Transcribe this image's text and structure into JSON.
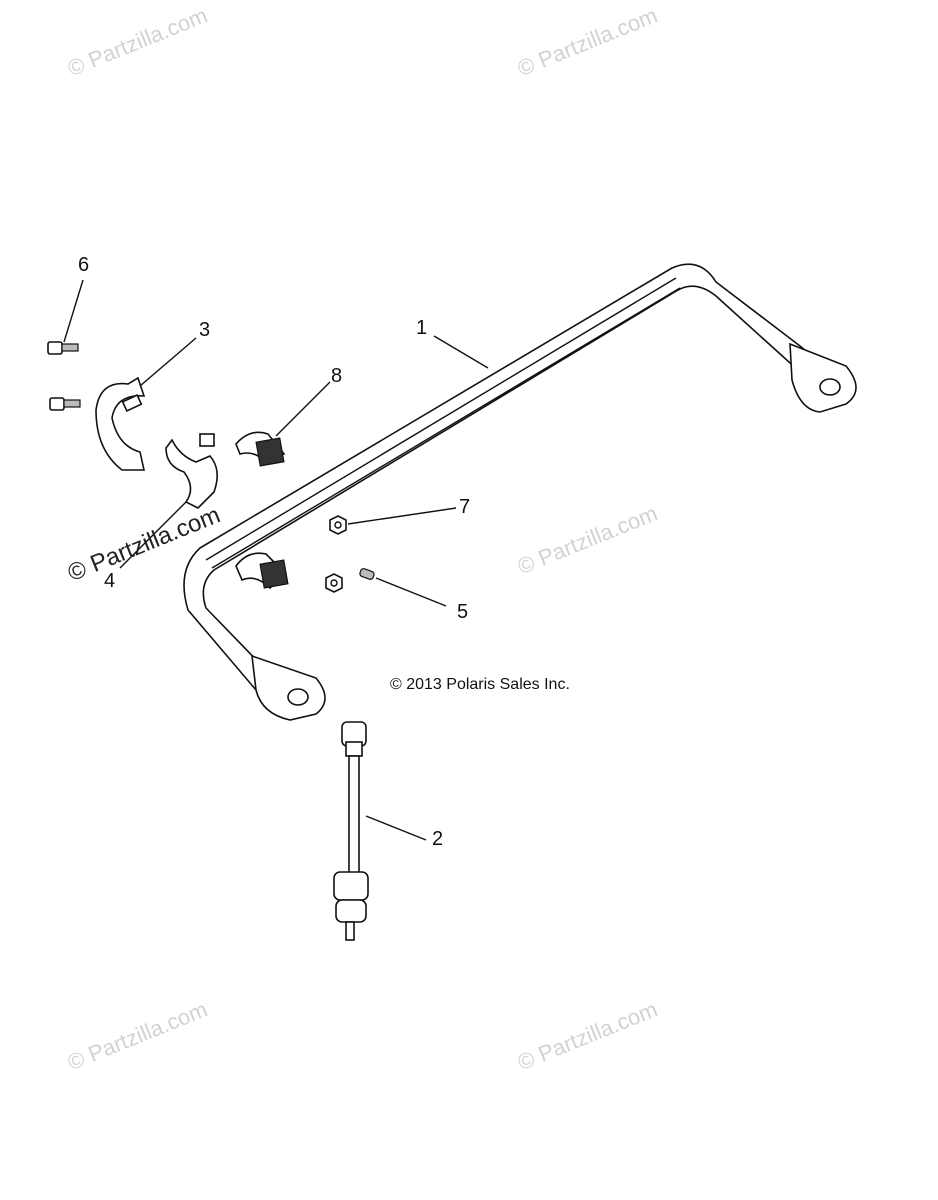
{
  "copyright": "© 2013 Polaris Sales Inc.",
  "watermarks": {
    "text": "© Partzilla.com",
    "highlighted": "© Partzilla.com"
  },
  "callouts": [
    {
      "id": "1",
      "label": "1"
    },
    {
      "id": "2",
      "label": "2"
    },
    {
      "id": "3",
      "label": "3"
    },
    {
      "id": "4",
      "label": "4"
    },
    {
      "id": "5",
      "label": "5"
    },
    {
      "id": "6",
      "label": "6"
    },
    {
      "id": "7",
      "label": "7"
    },
    {
      "id": "8",
      "label": "8"
    }
  ]
}
